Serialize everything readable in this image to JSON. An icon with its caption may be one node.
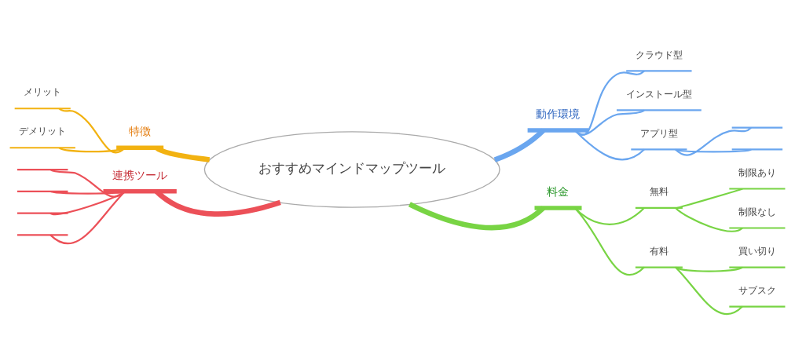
{
  "diagram": {
    "nodes": [
      {
        "text": [
          "おすすめマインドマップツール"
        ]
      },
      {
        "text": [
          "特徴"
        ]
      },
      {
        "text": [
          "メリット"
        ]
      },
      {
        "text": [
          "デメリット"
        ]
      },
      {
        "text": [
          "動作環境"
        ]
      },
      {
        "text": [
          "クラウド型"
        ]
      },
      {
        "text": [
          "インストール型"
        ]
      },
      {
        "text": [
          "アプリ型"
        ]
      },
      {
        "text": [],
        "shape": "line"
      },
      {
        "text": [],
        "shape": "line"
      },
      {
        "text": [
          "連携ツール"
        ]
      },
      {
        "text": [],
        "shape": "line"
      },
      {
        "text": [],
        "shape": "line"
      },
      {
        "text": [],
        "shape": "line"
      },
      {
        "text": [],
        "shape": "line"
      },
      {
        "text": [
          "料金"
        ]
      },
      {
        "text": [
          "無料"
        ]
      },
      {
        "text": [
          "制限あり"
        ]
      },
      {
        "text": [
          "制限なし"
        ]
      },
      {
        "text": [
          "有料"
        ]
      },
      {
        "text": [
          "買い切り"
        ]
      },
      {
        "text": [
          "サブスク"
        ]
      }
    ],
    "edges": [
      {
        "from": 0,
        "to": 1,
        "arrow": "none",
        "style": "thick",
        "color": "#f2b211"
      },
      {
        "from": 1,
        "to": 2,
        "arrow": "none",
        "color": "#f2b211"
      },
      {
        "from": 1,
        "to": 3,
        "arrow": "none",
        "color": "#f2b211"
      },
      {
        "from": 0,
        "to": 4,
        "arrow": "none",
        "style": "thick",
        "color": "#6aa6ef"
      },
      {
        "from": 4,
        "to": 5,
        "arrow": "none",
        "color": "#6aa6ef"
      },
      {
        "from": 4,
        "to": 6,
        "arrow": "none",
        "color": "#6aa6ef"
      },
      {
        "from": 4,
        "to": 7,
        "arrow": "none",
        "color": "#6aa6ef"
      },
      {
        "from": 7,
        "to": 8,
        "arrow": "none",
        "color": "#6aa6ef"
      },
      {
        "from": 7,
        "to": 9,
        "arrow": "none",
        "color": "#6aa6ef"
      },
      {
        "from": 0,
        "to": 10,
        "arrow": "none",
        "style": "thick",
        "color": "#ec5058"
      },
      {
        "from": 10,
        "to": 11,
        "arrow": "none",
        "color": "#ec5058"
      },
      {
        "from": 10,
        "to": 12,
        "arrow": "none",
        "color": "#ec5058"
      },
      {
        "from": 10,
        "to": 13,
        "arrow": "none",
        "color": "#ec5058"
      },
      {
        "from": 10,
        "to": 14,
        "arrow": "none",
        "color": "#ec5058"
      },
      {
        "from": 0,
        "to": 15,
        "arrow": "none",
        "style": "thick",
        "color": "#78d444"
      },
      {
        "from": 15,
        "to": 16,
        "arrow": "none",
        "color": "#78d444"
      },
      {
        "from": 16,
        "to": 17,
        "arrow": "none",
        "color": "#78d444"
      },
      {
        "from": 16,
        "to": 18,
        "arrow": "none",
        "color": "#78d444"
      },
      {
        "from": 15,
        "to": 19,
        "arrow": "none",
        "color": "#78d444"
      },
      {
        "from": 19,
        "to": 20,
        "arrow": "none",
        "color": "#78d444"
      },
      {
        "from": 19,
        "to": 21,
        "arrow": "none",
        "color": "#78d444"
      }
    ]
  }
}
